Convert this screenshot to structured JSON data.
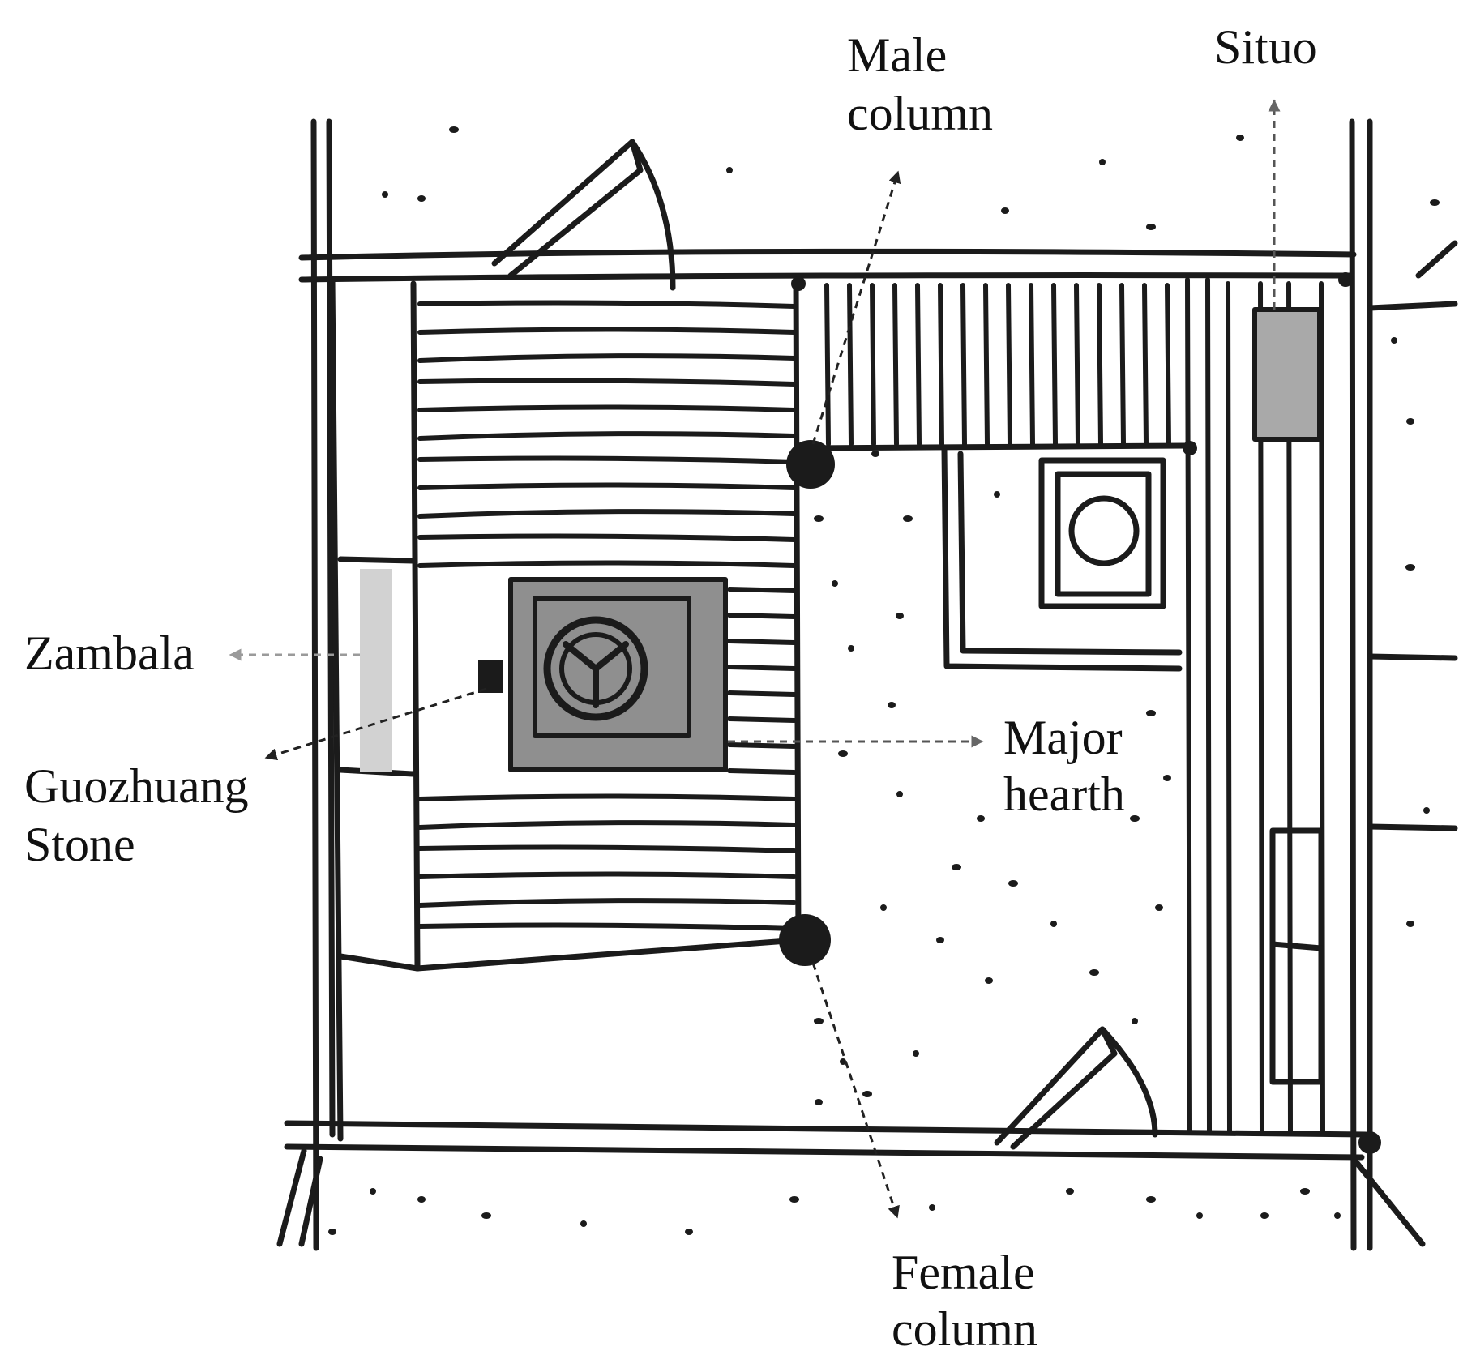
{
  "labels": {
    "male_column": [
      "Male",
      "column"
    ],
    "situo": [
      "Situo"
    ],
    "zambala": [
      "Zambala"
    ],
    "guozhuang_stone": [
      "Guozhuang",
      "Stone"
    ],
    "major_hearth": [
      "Major",
      "hearth"
    ],
    "female_column": [
      "Female",
      "column"
    ]
  },
  "colors": {
    "ink": "#1b1b1b",
    "hearth_fill": "#8f8f8f",
    "situo_fill": "#a9a9a9",
    "zambala_fill": "#d2d2d2",
    "leader_dark": "#222222",
    "leader_light": "#9a9a9a"
  }
}
